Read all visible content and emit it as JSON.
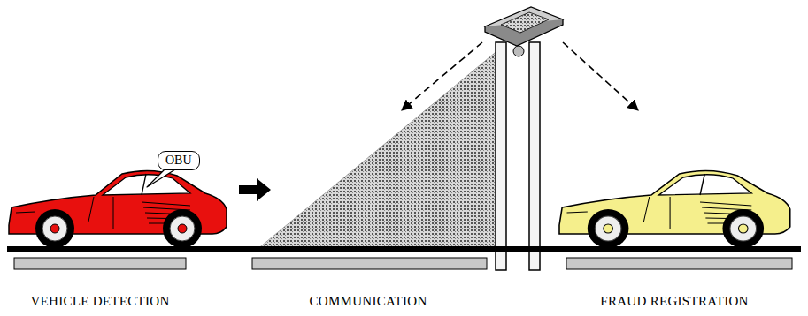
{
  "diagram": {
    "nodes": [
      {
        "text": [
          "OBU"
        ]
      }
    ],
    "labels": [
      "VEHICLE DETECTION",
      "COMMUNICATION",
      "FRAUD REGISTRATION"
    ]
  }
}
